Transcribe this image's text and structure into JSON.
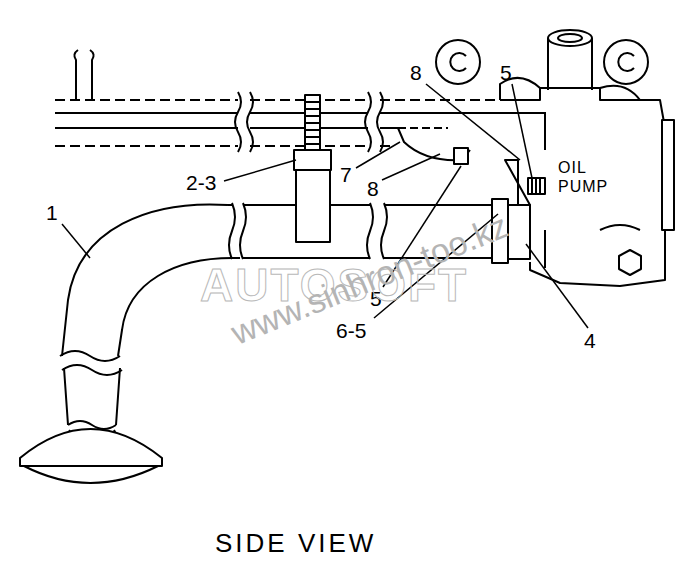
{
  "diagram": {
    "caption": "SIDE VIEW",
    "labels": [
      "1",
      "2-3",
      "7",
      "8",
      "8",
      "5",
      "5",
      "6-5",
      "4",
      "OIL PUMP",
      "AUTOSOFT",
      "www.sinhron-too.kz"
    ]
  }
}
